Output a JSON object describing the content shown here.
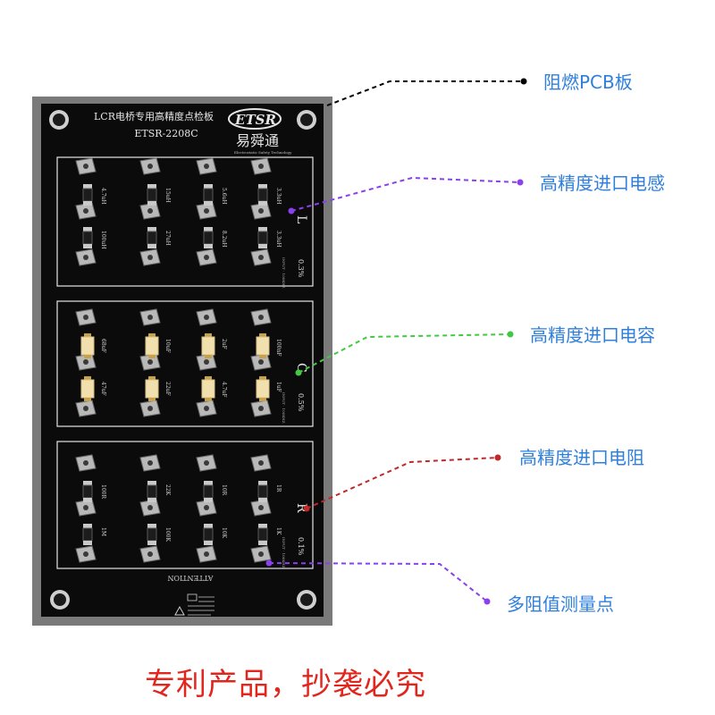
{
  "board": {
    "title": "LCR电桥专用高精度点检板",
    "model": "ETSR-2208C",
    "logo_text": "ETSR",
    "brand": "易舜通",
    "brand_sub": "Electrostatic Safety Technology",
    "attention": "ATTENTION"
  },
  "sections": {
    "L": {
      "letter": "L",
      "tolerance": "0.3%",
      "small_print": "INPUT · 100KHZ",
      "values": [
        "4.7uH",
        "15uH",
        "5.6uH",
        "3.3uH",
        "100uH",
        "27uH",
        "8.2uH",
        "3.3uH"
      ]
    },
    "C": {
      "letter": "C",
      "tolerance": "0.5%",
      "small_print": "INPUT · 100KHZ",
      "values": [
        "68uF",
        "10uF",
        "2uF",
        "100nF",
        "47uF",
        "22uF",
        "4.7uF",
        "1uF"
      ]
    },
    "R": {
      "letter": "R",
      "tolerance": "0.1%",
      "small_print": "INPUT · 100KHZ",
      "values": [
        "100R",
        "22K",
        "10R",
        "1R",
        "1M",
        "100K",
        "10K",
        "1K"
      ]
    }
  },
  "callouts": {
    "pcb": "阻燃PCB板",
    "inductor": "高精度进口电感",
    "capacitor": "高精度进口电容",
    "resistor": "高精度进口电阻",
    "points": "多阻值测量点"
  },
  "footer": "专利产品，抄袭必究",
  "colors": {
    "callout_text": "#2f7fdc",
    "footer_text": "#e0261d",
    "line_pcb": "#000000",
    "line_inductor": "#8a3ff0",
    "line_capacitor": "#42c842",
    "line_resistor": "#c0282a",
    "line_points": "#8a3ff0",
    "board": "#0b0b0b",
    "frame": "#7a7a7a"
  }
}
